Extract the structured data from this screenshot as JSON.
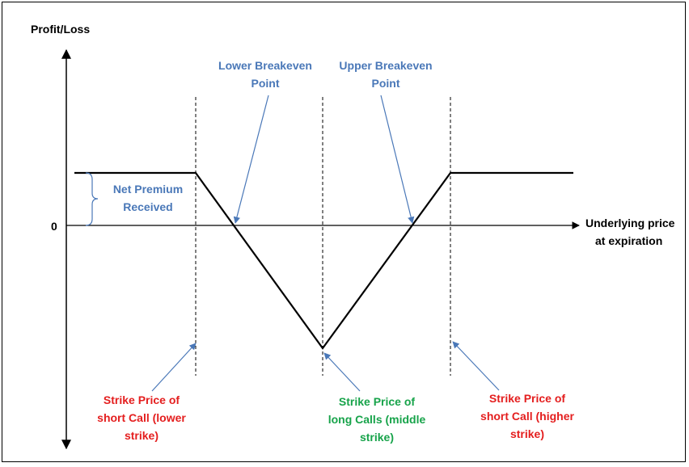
{
  "diagram": {
    "y_axis_label": "Profit/Loss",
    "x_axis_label_line1": "Underlying price",
    "x_axis_label_line2": "at expiration",
    "zero_label": "0",
    "lower_breakeven_line1": "Lower Breakeven",
    "lower_breakeven_line2": "Point",
    "upper_breakeven_line1": "Upper Breakeven",
    "upper_breakeven_line2": "Point",
    "net_premium_line1": "Net Premium",
    "net_premium_line2": "Received",
    "short_call_lower": [
      "Strike Price of",
      "short Call (lower",
      "strike)"
    ],
    "long_calls_middle": [
      "Strike Price of",
      "long Calls (middle",
      "strike)"
    ],
    "short_call_higher": [
      "Strike Price of",
      "short Call (higher",
      "strike)"
    ]
  },
  "colors": {
    "annotation_blue": "#4a78b8",
    "strike_red": "#e41e1e",
    "strike_green": "#17a34a",
    "payoff_line": "#000000"
  }
}
